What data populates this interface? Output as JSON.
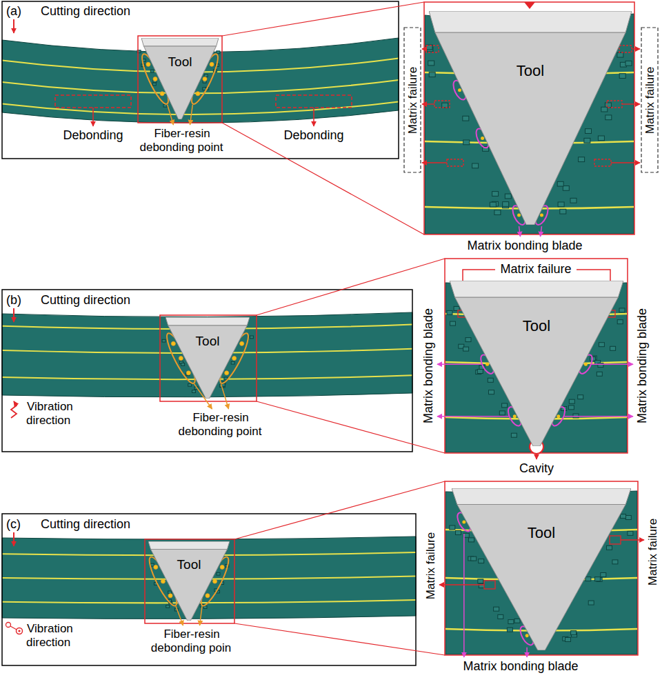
{
  "diagram": {
    "nodes": [
      {
        "text": [
          "Tool"
        ]
      },
      {
        "text": [
          "Tool"
        ]
      },
      {
        "text": [
          "Tool"
        ]
      },
      {
        "text": [
          "Tool"
        ]
      },
      {
        "text": [
          "Tool"
        ]
      },
      {
        "text": [
          "Tool"
        ]
      }
    ],
    "labels": [
      "(a)",
      "Cutting direction",
      "Debonding",
      "Fiber-resin debonding point",
      "Debonding",
      "Matrix failure",
      "Matrix failure",
      "Matrix bonding blade",
      "(b)",
      "Cutting direction",
      "Vibration direction",
      "Fiber-resin debonding point",
      "Matrix failure",
      "Matrix bonding blade",
      "Matrix bonding blade",
      "Cavity",
      "(c)",
      "Cutting direction",
      "Vibration direction",
      "Fiber-resin debonding poin",
      "Matrix failure",
      "Matrix failure",
      "Matrix bonding blade"
    ]
  }
}
